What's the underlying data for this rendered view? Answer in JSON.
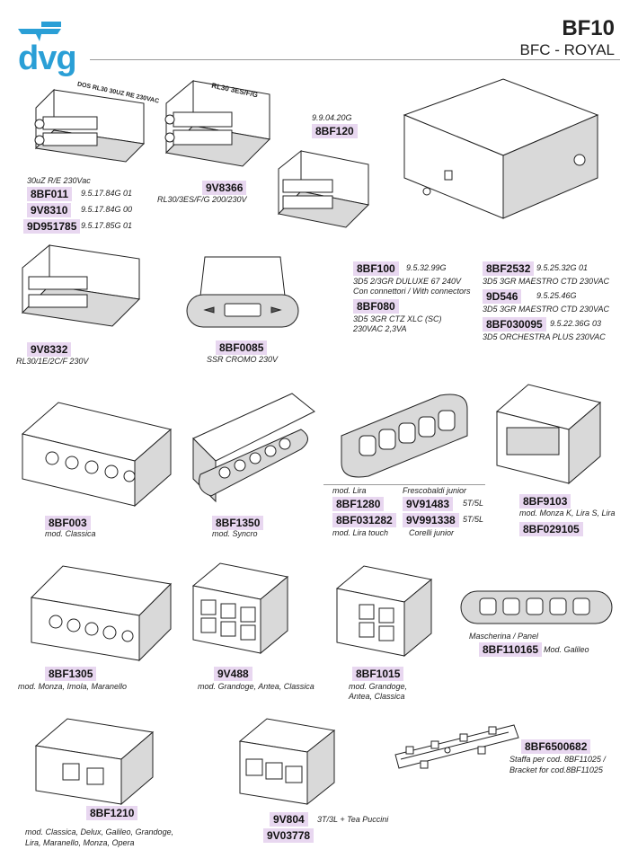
{
  "header": {
    "title": "BF10",
    "subtitle": "BFC - ROYAL",
    "logo_text": "dvg",
    "brand_color": "#2a9fd6"
  },
  "items": {
    "a": {
      "ill_label": "DOS RL30 30UZ RE 230VAC",
      "desc": "30uZ R/E 230Vac",
      "rows": [
        {
          "code": "8BF011",
          "ref": "9.5.17.84G 01"
        },
        {
          "code": "9V8310",
          "ref": "9.5.17.84G 00"
        },
        {
          "code": "9D951785",
          "ref": "9.5.17.85G 01"
        }
      ]
    },
    "b": {
      "ill_label": "RL30 3ES/F/G",
      "code": "9V8366",
      "desc": "RL30/3ES/F/G 200/230V"
    },
    "c": {
      "ref": "9.9.04.20G",
      "code": "8BF120"
    },
    "d": {
      "code": "8BF100",
      "ref": "9.5.32.99G",
      "desc1": "3D5 2/3GR DULUXE 67 240V",
      "desc2": "Con connettori / With connectors",
      "code2": "8BF080",
      "desc3": "3D5 3GR CTZ XLC (SC)",
      "desc4": "230VAC 2,3VA"
    },
    "e": {
      "code": "8BF2532",
      "ref": "9.5.25.32G 01",
      "desc": "3D5 3GR MAESTRO CTD 230VAC",
      "code2": "9D546",
      "ref2": "9.5.25.46G",
      "desc2": "3D5 3GR MAESTRO CTD 230VAC",
      "code3": "8BF030095",
      "ref3": "9.5.22.36G 03",
      "desc3": "3D5 ORCHESTRA PLUS 230VAC"
    },
    "f": {
      "code": "9V8332",
      "desc": "RL30/1E/2C/F 230V"
    },
    "g": {
      "code": "8BF0085",
      "desc": "SSR CROMO 230V"
    },
    "h": {
      "code": "8BF003",
      "desc": "mod. Classica"
    },
    "i": {
      "code": "8BF1350",
      "desc": "mod. Syncro"
    },
    "j": {
      "hdr1": "mod. Lira",
      "hdr2": "Frescobaldi junior",
      "code1": "8BF1280",
      "code2": "9V91483",
      "ref2": "5T/5L",
      "code3": "8BF031282",
      "code4": "9V991338",
      "ref4": "5T/5L",
      "desc3": "mod. Lira touch",
      "desc4": "Corelli junior"
    },
    "k": {
      "code": "8BF9103",
      "desc": "mod. Monza K, Lira S, Lira",
      "code2": "8BF029105"
    },
    "l": {
      "code": "8BF1305",
      "desc": "mod. Monza, Imola, Maranello"
    },
    "m": {
      "code": "9V488",
      "desc": "mod. Grandoge, Antea, Classica"
    },
    "n": {
      "code": "8BF1015",
      "desc1": "mod. Grandoge,",
      "desc2": "Antea, Classica"
    },
    "o": {
      "desc": "Mascherina / Panel",
      "code": "8BF110165",
      "ref": "Mod. Galileo"
    },
    "p": {
      "code": "8BF1210",
      "desc1": "mod. Classica, Delux, Galileo, Grandoge,",
      "desc2": "Lira, Maranello, Monza, Opera"
    },
    "q": {
      "code": "9V804",
      "ref": "3T/3L + Tea Puccini",
      "code2": "9V03778"
    },
    "r": {
      "code": "8BF6500682",
      "desc1": "Staffa per cod. 8BF11025 /",
      "desc2": "Bracket for cod.8BF11025"
    }
  }
}
